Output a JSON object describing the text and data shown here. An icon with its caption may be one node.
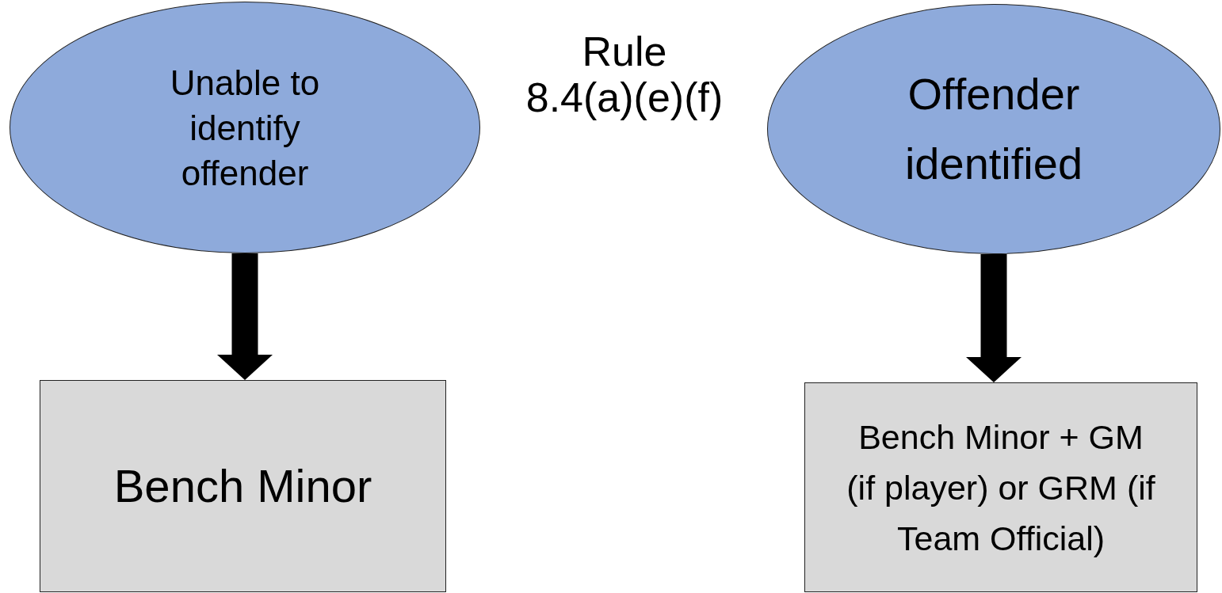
{
  "diagram": {
    "title": "Rule 8.4(a)(e)(f)",
    "nodes": [
      {
        "text": [
          "Unable to identify offender"
        ]
      },
      {
        "text": [
          "Offender identified"
        ]
      },
      {
        "text": [
          "Bench Minor"
        ]
      },
      {
        "text": [
          "Bench Minor + GM (if player) or GRM (if Team Official)"
        ]
      }
    ],
    "edges": [
      {
        "from": 0,
        "to": 2,
        "arrow": "to"
      },
      {
        "from": 1,
        "to": 3,
        "arrow": "to"
      }
    ]
  }
}
